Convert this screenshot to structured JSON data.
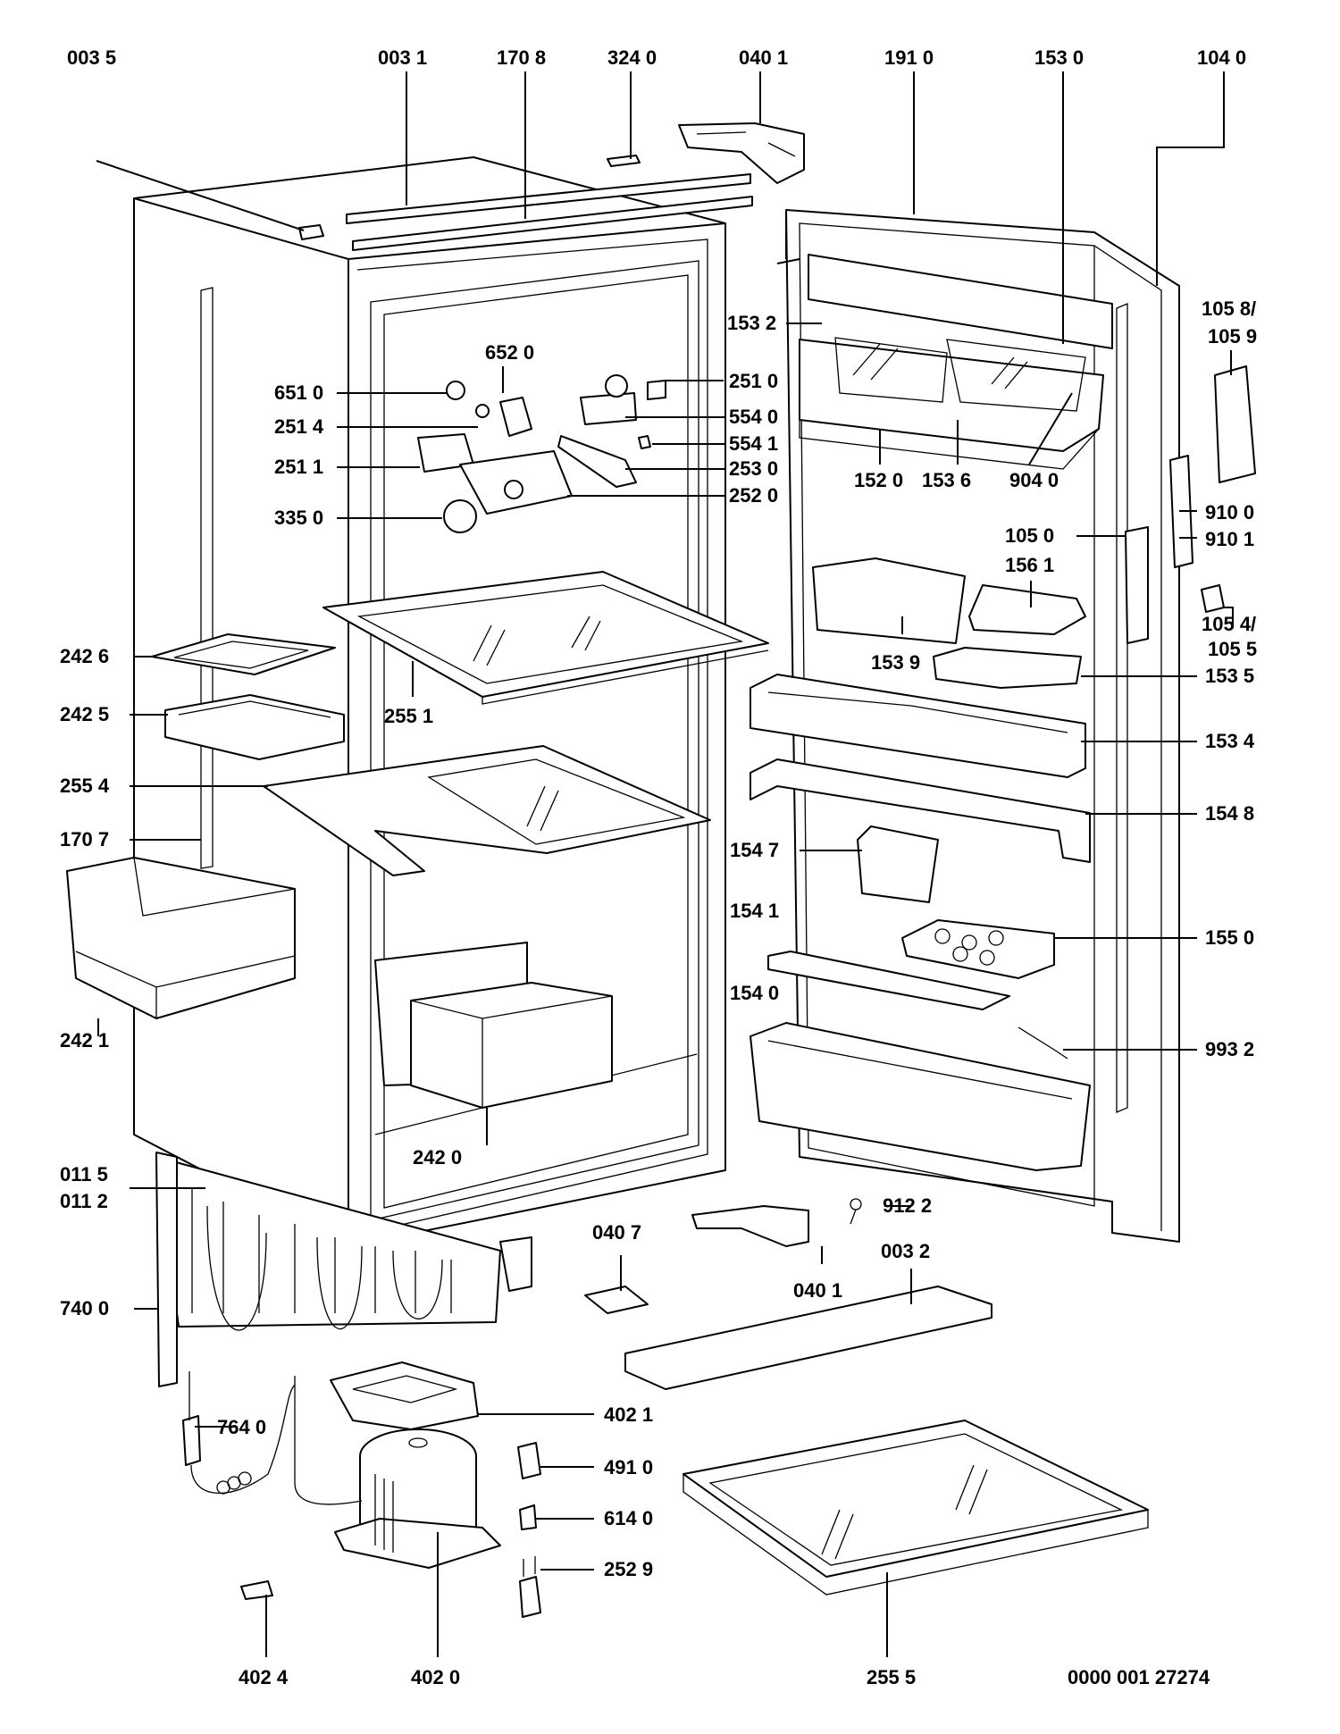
{
  "drawing_number": "0000 001 27274",
  "labels": {
    "l0035": "003 5",
    "l0031": "003 1",
    "l1708": "170 8",
    "l3240": "324 0",
    "l0401a": "040 1",
    "l1910": "191 0",
    "l1530": "153 0",
    "l1040": "104 0",
    "l1532": "153 2",
    "l1058": "105 8/",
    "l1059": "105 9",
    "l6520": "652 0",
    "l6510": "651 0",
    "l2510": "251 0",
    "l2514": "251 4",
    "l5540": "554 0",
    "l5541": "554 1",
    "l2511": "251 1",
    "l2530": "253 0",
    "l2520": "252 0",
    "l1520": "152 0",
    "l1536": "153 6",
    "l9040": "904 0",
    "l3350": "335 0",
    "l9100": "910 0",
    "l1050": "105 0",
    "l9101": "910 1",
    "l1561": "156 1",
    "l2426": "242 6",
    "l1054": "105 4/",
    "l1055": "105 5",
    "l1539": "153 9",
    "l1535": "153 5",
    "l2551": "255 1",
    "l2425": "242 5",
    "l1534": "153 4",
    "l2554": "255 4",
    "l1548": "154 8",
    "l1707": "170 7",
    "l1547": "154 7",
    "l1541": "154 1",
    "l1550": "155 0",
    "l2421": "242 1",
    "l1540": "154 0",
    "l9932": "993 2",
    "l2420": "242 0",
    "l0115": "011 5",
    "l0112": "011 2",
    "l9122": "912 2",
    "l0407": "040 7",
    "l0032": "003 2",
    "l0401b": "040 1",
    "l7400": "740 0",
    "l4021": "402 1",
    "l7640": "764 0",
    "l4910": "491 0",
    "l6140": "614 0",
    "l2529": "252 9",
    "l4024": "402 4",
    "l4020": "402 0",
    "l2555": "255 5"
  }
}
